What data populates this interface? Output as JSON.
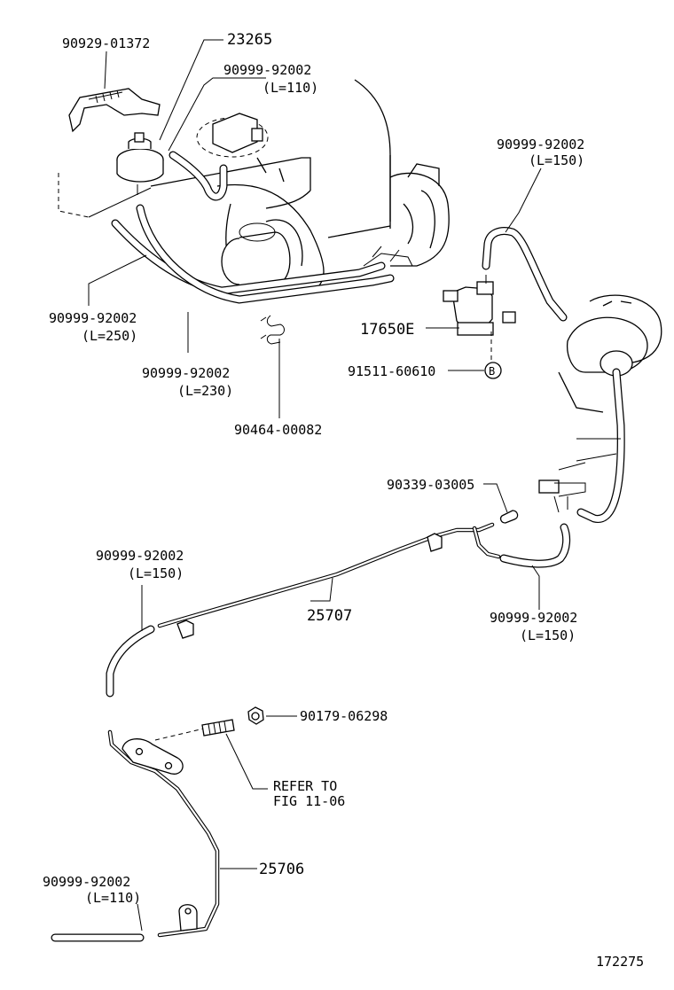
{
  "labels": {
    "p_90929": "90929-01372",
    "p_23265": "23265",
    "p_hose110_top_num": "90999-92002",
    "p_hose110_top_len": "(L=110)",
    "p_hose150_right_num": "90999-92002",
    "p_hose150_right_len": "(L=150)",
    "p_hose250_num": "90999-92002",
    "p_hose250_len": "(L=250)",
    "p_hose230_num": "90999-92002",
    "p_hose230_len": "(L=230)",
    "p_17650E": "17650E",
    "p_91511": "91511-60610",
    "p_B_marker": "B",
    "p_90464": "90464-00082",
    "p_90339": "90339-03005",
    "p_hose150_left_num": "90999-92002",
    "p_hose150_left_len": "(L=150)",
    "p_25707": "25707",
    "p_hose150_mid_num": "90999-92002",
    "p_hose150_mid_len": "(L=150)",
    "p_90179": "90179-06298",
    "p_refer_line1": "REFER TO",
    "p_refer_line2": "FIG 11-06",
    "p_25706": "25706",
    "p_hose110_bot_num": "90999-92002",
    "p_hose110_bot_len": "(L=110)",
    "figure_number": "172275"
  }
}
